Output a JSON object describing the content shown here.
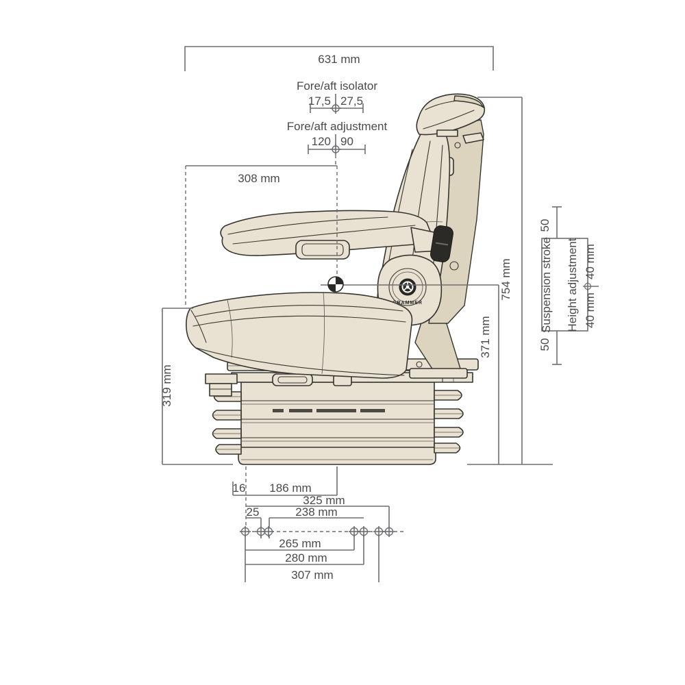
{
  "diagram": {
    "brand_logo": "GRAMMER",
    "dims": {
      "overall_width": "631 mm",
      "fore_aft_isolator": {
        "label": "Fore/aft isolator",
        "front": "17,5",
        "rear": "27,5"
      },
      "fore_aft_adjustment": {
        "label": "Fore/aft adjustment",
        "front": "120",
        "rear": "90"
      },
      "srp_to_front": "308 mm",
      "overall_height": "754 mm",
      "srp_height": "371 mm",
      "front_height": "319 mm",
      "suspension_stroke": {
        "label": "Suspension stroke",
        "up": "50",
        "down": "50"
      },
      "height_adjustment": {
        "label": "Height adjustment",
        "up": "40 mm",
        "down": "40 mm"
      },
      "mounting": {
        "offset16": "16",
        "w186": "186 mm",
        "w325": "325 mm",
        "w25": "25",
        "w238": "238 mm",
        "w265": "265 mm",
        "w280": "280 mm",
        "w307": "307 mm"
      }
    },
    "colors": {
      "seat_fill": "#e9e2d2",
      "outline": "#35342f",
      "dim_line": "#6d6e70",
      "dim_text": "#4a4a4c",
      "knob": "#2b2a27"
    }
  }
}
